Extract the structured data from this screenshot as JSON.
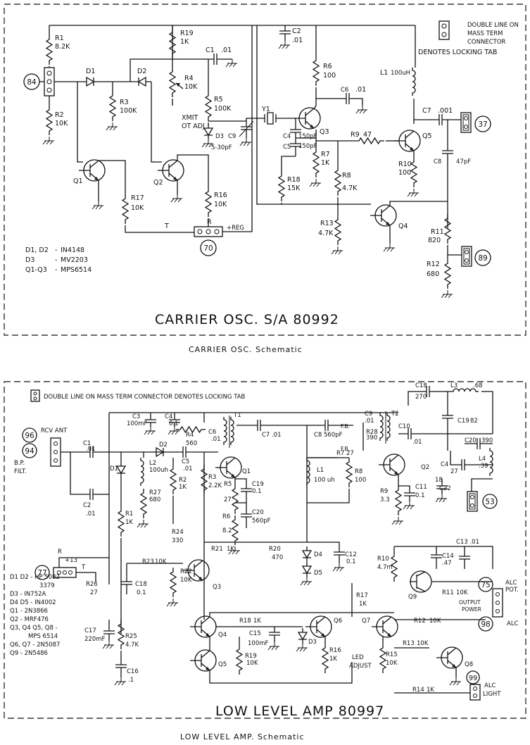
{
  "top": {
    "title": "CARRIER OSC. S/A 80992",
    "caption": "CARRIER OSC. Schematic",
    "note": [
      "DOUBLE LINE ON",
      "MASS TERM",
      "CONNECTOR",
      "DENOTES LOCKING TAB"
    ],
    "parts_legend": [
      {
        "parts": "D1, D2",
        "value": "IN4148"
      },
      {
        "parts": "D3",
        "value": "MV2203"
      },
      {
        "parts": "Q1-Q3",
        "value": "MPS6514"
      }
    ],
    "refs": {
      "r1": "R1",
      "r1v": "8.2K",
      "r2": "R2",
      "r2v": "10K",
      "r3": "R3",
      "r3v": "100K",
      "r4": "R4",
      "r4v": "10K",
      "r4note1": "XMIT",
      "r4note2": "OT ADJ",
      "r5": "R5",
      "r5v": "100K",
      "r6": "R6",
      "r6v": "100",
      "r7": "R7",
      "r7v": "1K",
      "r8": "R8",
      "r8v": "4.7K",
      "r9": "R9",
      "r9v": "47",
      "r10": "R10",
      "r10v": "100",
      "r11": "R11",
      "r11v": "820",
      "r12": "R12",
      "r12v": "680",
      "r13": "R13",
      "r13v": "4.7K",
      "r16": "R16",
      "r16v": "10K",
      "r17": "R17",
      "r17v": "10K",
      "r18": "R18",
      "r18v": "15K",
      "r19": "R19",
      "r19v": "1K",
      "c1": "C1",
      "c1v": ".01",
      "c2": "C2",
      "c2v": ".01",
      "c4": "C4",
      "c4v": "150pF",
      "c5": "C5",
      "c5v": "150pF",
      "c6": "C6",
      "c6v": ".01",
      "c7": "C7",
      "c7v": ".001",
      "c8": "C8",
      "c8v": "47pF",
      "c9": "C9",
      "c9v": "5-30pF",
      "d1": "D1",
      "d2": "D2",
      "d3": "D3",
      "y1": "Y1",
      "l1": "L1",
      "l1v": "100uH",
      "q1": "Q1",
      "q2": "Q2",
      "q3": "Q3",
      "q4": "Q4",
      "q5": "Q5",
      "t": "T",
      "r": "R",
      "reg": "+REG"
    },
    "connectors": [
      "84",
      "70",
      "37",
      "89"
    ]
  },
  "bottom": {
    "title": "LOW LEVEL AMP 80997",
    "caption": "LOW LEVEL AMP. Schematic",
    "note": "DOUBLE LINE ON MASS TERM CONNECTOR DENOTES LOCKING TAB",
    "legend": [
      "D1 D2 - HP 5082-",
      "3379",
      "D3 - IN752A",
      "D4 D5 - IN4002",
      "Q1 - 2N3866",
      "Q2 - MRF476",
      "Q3, Q4 Q5, Q8 -",
      "MPS 6514",
      "Q6, Q7 - 2N5087",
      "Q9 - 2N5486"
    ],
    "labels": {
      "rcv_ant": "RCV ANT",
      "bp_filt1": "B.P.",
      "bp_filt2": "FILT.",
      "alc_pot1": "ALC",
      "alc_pot2": "POT.",
      "alc": "ALC",
      "alc_light1": "ALC",
      "alc_light2": "LIGHT",
      "output_power1": "OUTPUT",
      "output_power2": "POWER",
      "led_adjust1": "LED",
      "led_adjust2": "ADJUST",
      "fb1": "F.B.",
      "fb2": "F.B.",
      "plus13": "+13",
      "r": "R",
      "t": "T"
    },
    "parts": {
      "c1": "C1",
      "c1v": ".01",
      "c2": "C2",
      "c2v": ".01",
      "c3": "C3",
      "c3v": "100mF",
      "c4": "C4",
      "c4v": "0.1",
      "c5": "C5",
      "c5v": ".01",
      "c6": "C6",
      "c6v": ".01",
      "c7": "C7 .01",
      "c8": "C8",
      "c8v": "560pF",
      "c9": "C9",
      "c9v": ".01",
      "c10": "C10",
      "c10v": ".01",
      "c11": "C11",
      "c11v": "0.1",
      "c12": "C12",
      "c12v": "0.1",
      "c13": "C13 .01",
      "c14": "C14",
      "c14v": ".47",
      "c15": "C15",
      "c15v": "100mF",
      "c16": "C16",
      "c16v": ".1",
      "c17": "C17",
      "c17v": "220mF",
      "c18": "C18",
      "c18v": "0.1",
      "c19": "C19",
      "c19v": "0.1",
      "c20": "C20",
      "c20v": "560pF",
      "c4b": "C4",
      "c4bv": "27",
      "c18b": "C18",
      "c18bv": "270",
      "c19b": "C19",
      "c19bv": "82",
      "c20b": "C20",
      "c20bv": "390",
      "c21": "18",
      "c22": "C22",
      "l1": "L1",
      "l1v": "100 uh",
      "l2": "L2",
      "l2v": "100uh",
      "l3": "L3",
      "l3v": ".68",
      "l4": "L4",
      "l4v": ".39",
      "t1": "T1",
      "t2": "T2",
      "r1": "R1",
      "r1v": "1K",
      "r2": "R2",
      "r2v": "1K",
      "r3": "R3",
      "r3v": "2.2K",
      "r4": "R4",
      "r4v": "560",
      "r5": "R5",
      "r5v": "27",
      "r6": "R6",
      "r6v": "8.2",
      "r7": "R7 27",
      "r8": "R8",
      "r8v": "100",
      "r9": "R9",
      "r9v": "3.3",
      "r10": "R10",
      "r10v": "4.7m",
      "r11": "R11",
      "r11v": "10K",
      "r12": "R12",
      "r12v": "10K",
      "r13": "R13",
      "r13v": "10K",
      "r14": "R14",
      "r14v": "1K",
      "r15": "R15",
      "r15v": "10K",
      "r16": "R16",
      "r16v": "1K",
      "r17": "R17",
      "r17v": "1K",
      "r18": "R18",
      "r18v": "1K",
      "r19": "R19",
      "r19v": "10K",
      "r20": "R20",
      "r20v": "470",
      "r21": "R21",
      "r21v": "1K",
      "r22": "R22",
      "r22v": "10K",
      "r23": "R23",
      "r23v": "10K",
      "r24": "R24",
      "r24v": "330",
      "r25": "R25",
      "r25v": "4.7K",
      "r26": "R26",
      "r26v": "27",
      "r27": "R27",
      "r27v": "680",
      "r28": "R28",
      "r28v": "390",
      "d1": "D1",
      "d2": "D2",
      "d3": "D3",
      "d4": "D4",
      "d5": "D5",
      "q1": "Q1",
      "q2": "Q2",
      "q3": "Q3",
      "q4": "Q4",
      "q5": "Q5",
      "q6": "Q6",
      "q7": "Q7",
      "q8": "Q8",
      "q9": "Q9"
    },
    "connectors": [
      "96",
      "94",
      "77",
      "53",
      "75",
      "98",
      "99"
    ]
  }
}
